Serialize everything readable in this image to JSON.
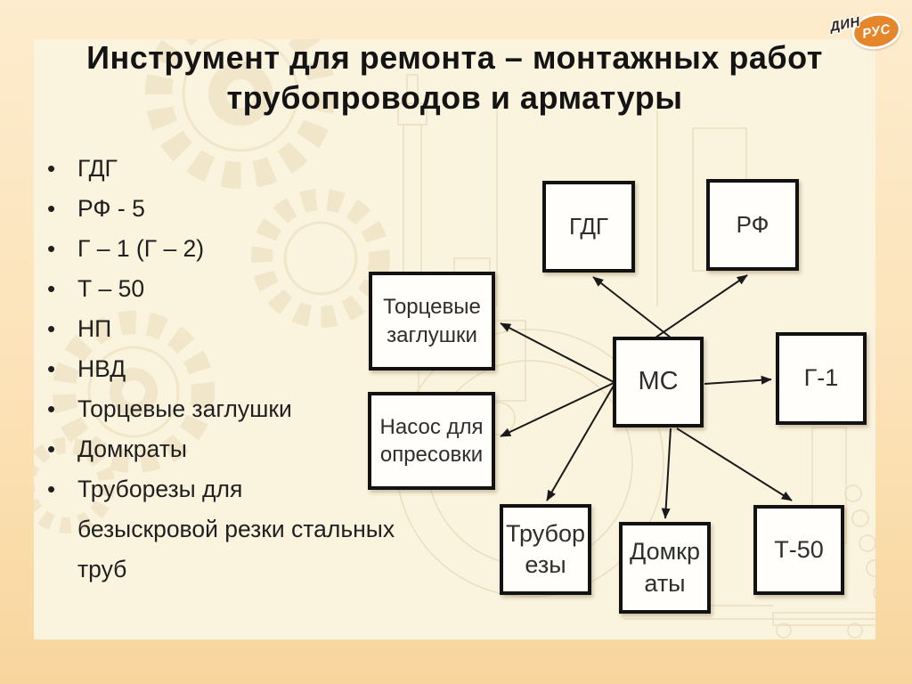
{
  "title": {
    "line1": "Инструмент для ремонта – монтажных работ",
    "line2": "трубопроводов и арматуры"
  },
  "logo": {
    "din": "ДИН",
    "rus": "РУС"
  },
  "list": {
    "bullet": "•",
    "items": [
      "ГДГ",
      "РФ - 5",
      "Г – 1 (Г – 2)",
      "Т – 50",
      "НП",
      "НВД",
      "Торцевые заглушки",
      "Домкраты",
      "Труборезы для\nбезыскровой резки стальных\nтруб"
    ]
  },
  "diagram": {
    "nodes": {
      "ms": "МС",
      "gdg": "ГДГ",
      "rf": "РФ",
      "end_caps": "Торцевые\nзаглушки",
      "g1": "Г-1",
      "pump": "Насос для\nопресовки",
      "pipe_cutters": "Трубор\nезы",
      "jacks": "Домкр\nаты",
      "t50": "Т-50"
    },
    "edges": [
      {
        "from": "МС",
        "to": "ГДГ"
      },
      {
        "from": "МС",
        "to": "РФ"
      },
      {
        "from": "МС",
        "to": "Торцевые заглушки"
      },
      {
        "from": "МС",
        "to": "Насос для опресовки"
      },
      {
        "from": "МС",
        "to": "Труборезы"
      },
      {
        "from": "МС",
        "to": "Домкраты"
      },
      {
        "from": "МС",
        "to": "Т-50"
      },
      {
        "from": "МС",
        "to": "Г-1"
      }
    ]
  },
  "colors": {
    "accent_orange": "#e5862b",
    "panel": "#faf3de",
    "background_top": "#fdeccd",
    "background_bottom": "#f8d59d",
    "box_border": "#121212"
  }
}
